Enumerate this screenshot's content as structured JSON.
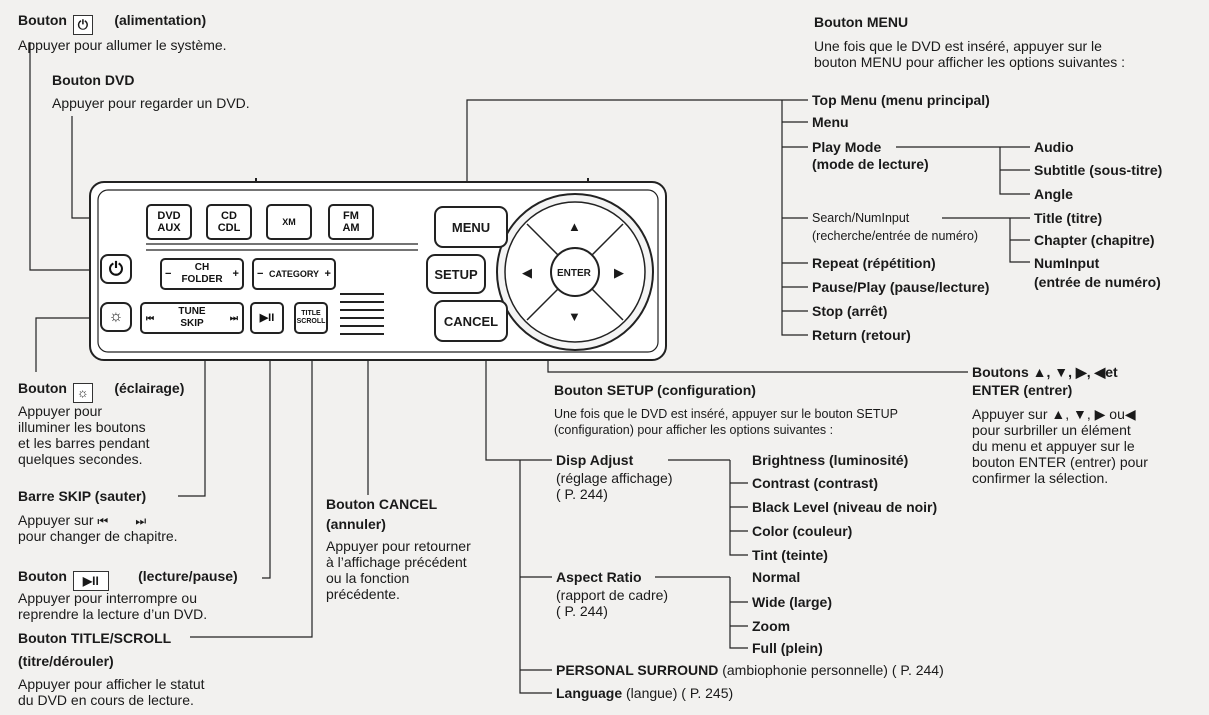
{
  "power": {
    "label_pre": "Bouton",
    "label_post": "(alimentation)",
    "icon": "power-icon",
    "desc": "Appuyer pour allumer le système."
  },
  "dvd_button": {
    "title": "Bouton DVD",
    "desc": "Appuyer pour regarder un DVD."
  },
  "menu_button": {
    "title": "Bouton MENU",
    "desc": [
      "Une fois que le DVD est inséré, appuyer sur le",
      "bouton MENU pour afficher les options suivantes :"
    ]
  },
  "menu_options": {
    "top_menu": "Top Menu (menu principal)",
    "menu": "Menu",
    "play_mode": [
      "Play Mode",
      "(mode de lecture)"
    ],
    "play_mode_sub": [
      "Audio",
      "Subtitle (sous-titre)",
      "Angle"
    ],
    "search": [
      "Search/NumInput",
      "(recherche/entrée de numéro)"
    ],
    "search_sub": [
      "Title (titre)",
      "Chapter (chapitre)",
      "NumInput",
      "(entrée de numéro)"
    ],
    "repeat": "Repeat (répétition)",
    "pause_play": "Pause/Play (pause/lecture)",
    "stop": "Stop (arrêt)",
    "return": "Return (retour)"
  },
  "light": {
    "label_pre": "Bouton",
    "label_post": "(éclairage)",
    "icon": "sun-icon",
    "desc": [
      "Appuyer pour",
      "illuminer les boutons",
      "et les barres pendant",
      "quelques secondes."
    ]
  },
  "skip": {
    "title": "Barre SKIP (sauter)",
    "desc_pre": "Appuyer sur",
    "desc_post": "pour changer de chapitre."
  },
  "playpause": {
    "label_pre": "Bouton",
    "label_post": "(lecture/pause)",
    "desc": [
      "Appuyer pour interrompre ou",
      "reprendre la lecture d’un DVD."
    ]
  },
  "title_scroll": {
    "title": [
      "Bouton TITLE/SCROLL",
      "(titre/dérouler)"
    ],
    "desc": [
      "Appuyer pour afficher le statut",
      "du DVD en cours de lecture."
    ]
  },
  "cancel": {
    "title": [
      "Bouton CANCEL",
      "(annuler)"
    ],
    "desc": [
      "Appuyer pour retourner",
      "à l’affichage précédent",
      "ou la fonction",
      "précédente."
    ]
  },
  "setup": {
    "title": "Bouton SETUP (configuration)",
    "desc": [
      "Une fois que le DVD est inséré, appuyer sur le bouton SETUP",
      "(configuration) pour afficher les options suivantes :"
    ],
    "disp_adjust": [
      "Disp Adjust",
      "(réglage affichage)",
      "( P. 244)"
    ],
    "disp_sub": [
      "Brightness (luminosité)",
      "Contrast (contrast)",
      "Black Level (niveau de noir)",
      "Color (couleur)",
      "Tint (teinte)"
    ],
    "aspect": [
      "Aspect Ratio",
      "(rapport de cadre)",
      "( P. 244)"
    ],
    "aspect_sub": [
      "Normal",
      "Wide (large)",
      "Zoom",
      "Full (plein)"
    ],
    "surround_b": "PERSONAL SURROUND",
    "surround_r": " (ambiophonie personnelle) ( P. 244)",
    "language_b": "Language",
    "language_r": " (langue) ( P. 245)"
  },
  "arrows": {
    "title": [
      "Boutons ▲, ▼, ▶, ◀et",
      "ENTER (entrer)"
    ],
    "desc": [
      "Appuyer sur ▲, ▼, ▶  ou◀",
      "pour surbriller un élément",
      "du menu et appuyer sur le",
      "bouton ENTER (entrer) pour",
      "confirmer la sélection."
    ]
  },
  "panel": {
    "btn_dvd": [
      "DVD",
      "AUX"
    ],
    "btn_cd": [
      "CD",
      "CDL"
    ],
    "btn_xm": "XM",
    "btn_fm": [
      "FM",
      "AM"
    ],
    "btn_ch": [
      "CH",
      "FOLDER"
    ],
    "btn_category": "CATEGORY",
    "btn_tune": [
      "TUNE",
      "SKIP"
    ],
    "btn_title": [
      "TITLE",
      "SCROLL"
    ],
    "btn_menu": "MENU",
    "btn_setup": "SETUP",
    "btn_cancel": "CANCEL",
    "enter": "ENTER",
    "minus": "−",
    "plus": "+",
    "playpause_glyph": "▶II"
  }
}
